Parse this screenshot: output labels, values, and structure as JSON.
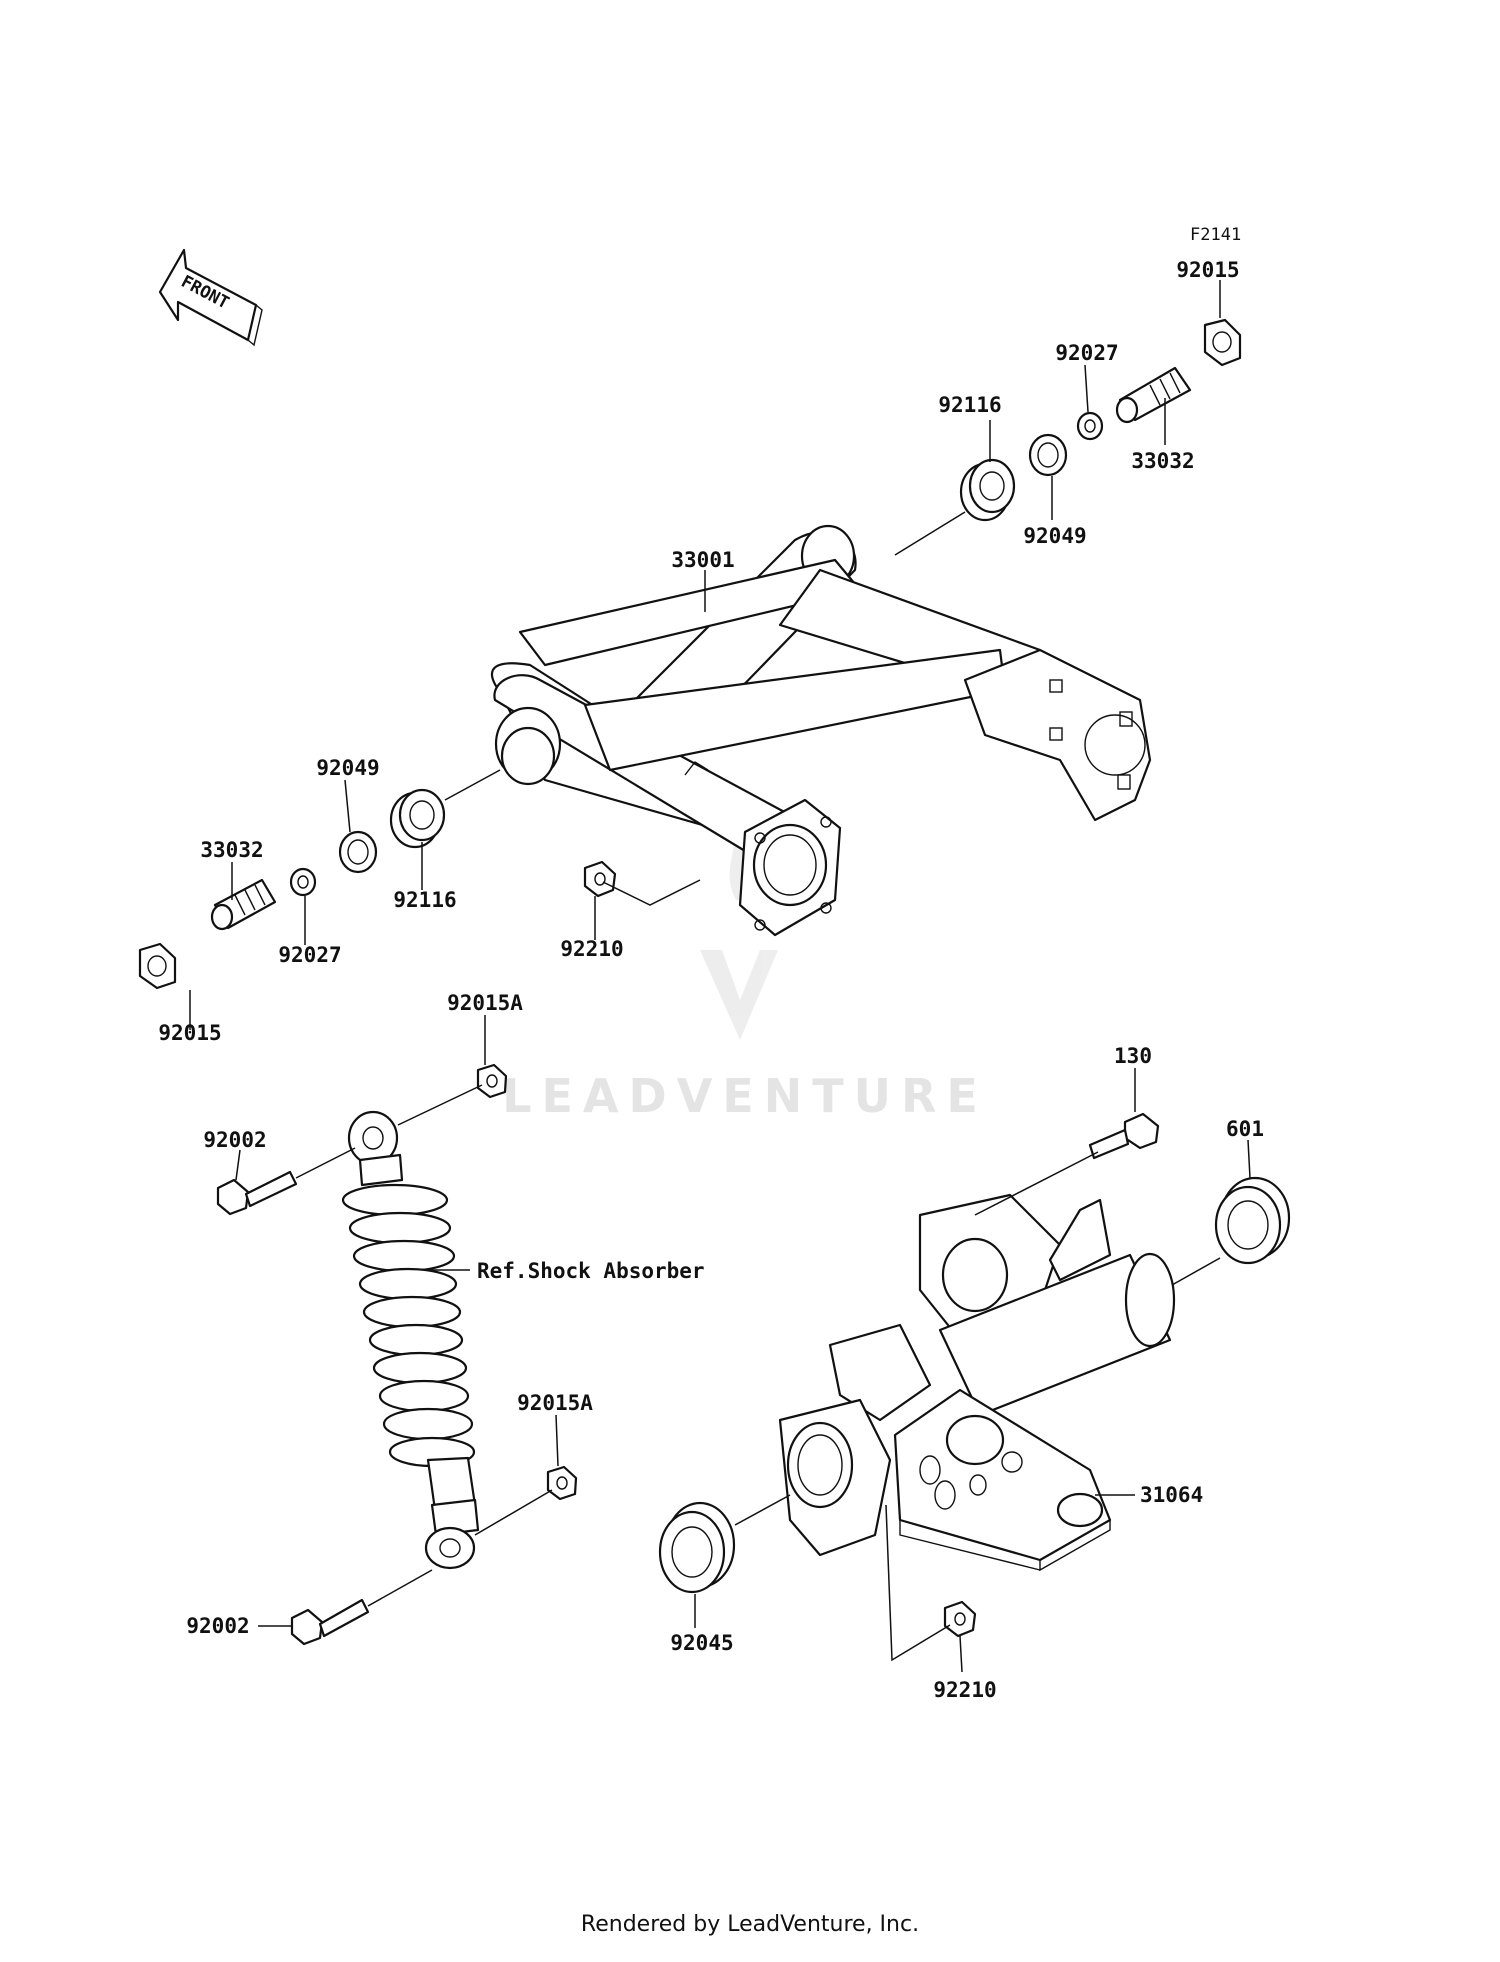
{
  "diagram": {
    "figure_code": "F2141",
    "direction_label": "FRONT",
    "watermark": "LEADVENTURE",
    "reference_note": "Ref.Shock Absorber",
    "footer": "Rendered by LeadVenture, Inc.",
    "callouts": [
      {
        "id": "c1",
        "text": "92015"
      },
      {
        "id": "c2",
        "text": "92027"
      },
      {
        "id": "c3",
        "text": "92116"
      },
      {
        "id": "c4",
        "text": "33032"
      },
      {
        "id": "c5",
        "text": "92049"
      },
      {
        "id": "c6",
        "text": "33001"
      },
      {
        "id": "c7",
        "text": "92049"
      },
      {
        "id": "c8",
        "text": "33032"
      },
      {
        "id": "c9",
        "text": "92027"
      },
      {
        "id": "c10",
        "text": "92116"
      },
      {
        "id": "c11",
        "text": "92210"
      },
      {
        "id": "c12",
        "text": "92015"
      },
      {
        "id": "c13",
        "text": "92015A"
      },
      {
        "id": "c14",
        "text": "92002"
      },
      {
        "id": "c15",
        "text": "130"
      },
      {
        "id": "c16",
        "text": "601"
      },
      {
        "id": "c17",
        "text": "92015A"
      },
      {
        "id": "c18",
        "text": "31064"
      },
      {
        "id": "c19",
        "text": "92002"
      },
      {
        "id": "c20",
        "text": "92045"
      },
      {
        "id": "c21",
        "text": "92210"
      }
    ]
  }
}
